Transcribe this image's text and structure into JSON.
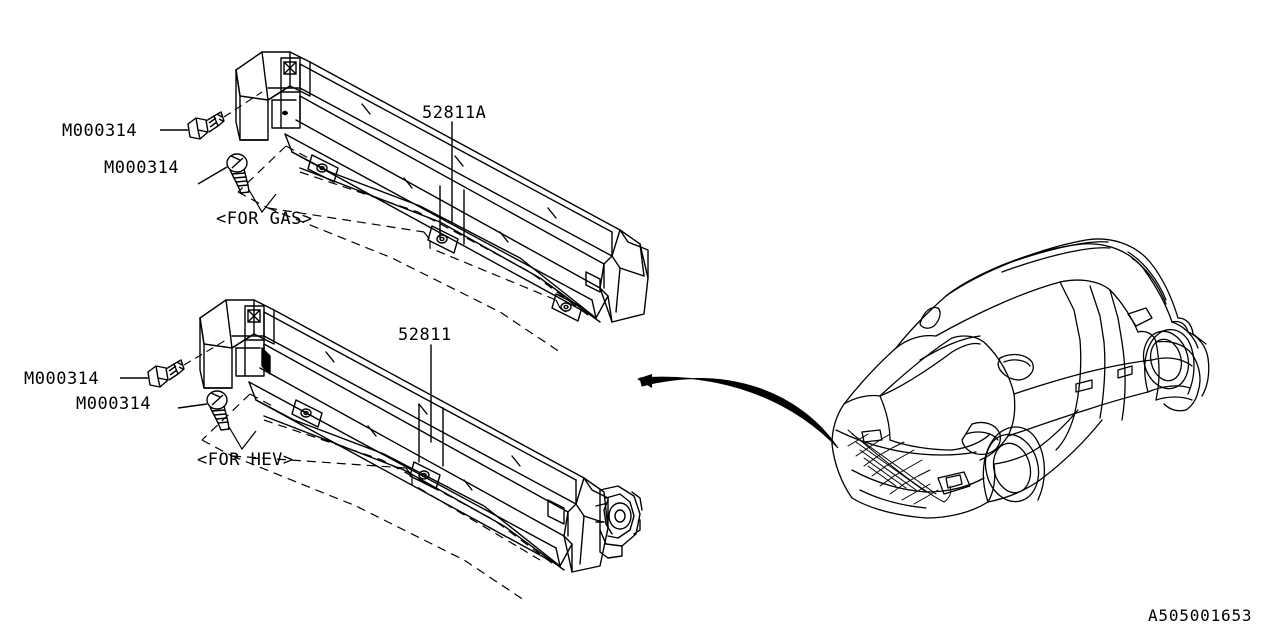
{
  "diagram": {
    "id_code": "A505001653",
    "background_color": "#ffffff",
    "line_color": "#000000",
    "assemblies": [
      {
        "name": "gas-beam-assembly",
        "part_number": "52811A",
        "variant_label": "<FOR GAS>",
        "fasteners": [
          {
            "label": "M000314",
            "type": "hex-head-bolt"
          },
          {
            "label": "M000314",
            "type": "round-head-bolt"
          }
        ]
      },
      {
        "name": "hev-beam-assembly",
        "part_number": "52811",
        "variant_label": "<FOR HEV>",
        "fasteners": [
          {
            "label": "M000314",
            "type": "hex-head-bolt"
          },
          {
            "label": "M000314",
            "type": "round-head-bolt"
          }
        ]
      }
    ],
    "vehicle": {
      "name": "vehicle-illustration",
      "view": "front-three-quarter",
      "body_style": "5-door-hatchback"
    },
    "callout_arrow": {
      "name": "installation-location-arrow",
      "points_to": "front-bumper-grille"
    }
  },
  "labels": {
    "gas_bolt_upper": "M000314",
    "gas_bolt_lower": "M000314",
    "gas_variant": "<FOR GAS>",
    "gas_part": "52811A",
    "hev_bolt_upper": "M000314",
    "hev_bolt_lower": "M000314",
    "hev_variant": "<FOR HEV>",
    "hev_part": "52811",
    "diagram_id": "A505001653"
  }
}
